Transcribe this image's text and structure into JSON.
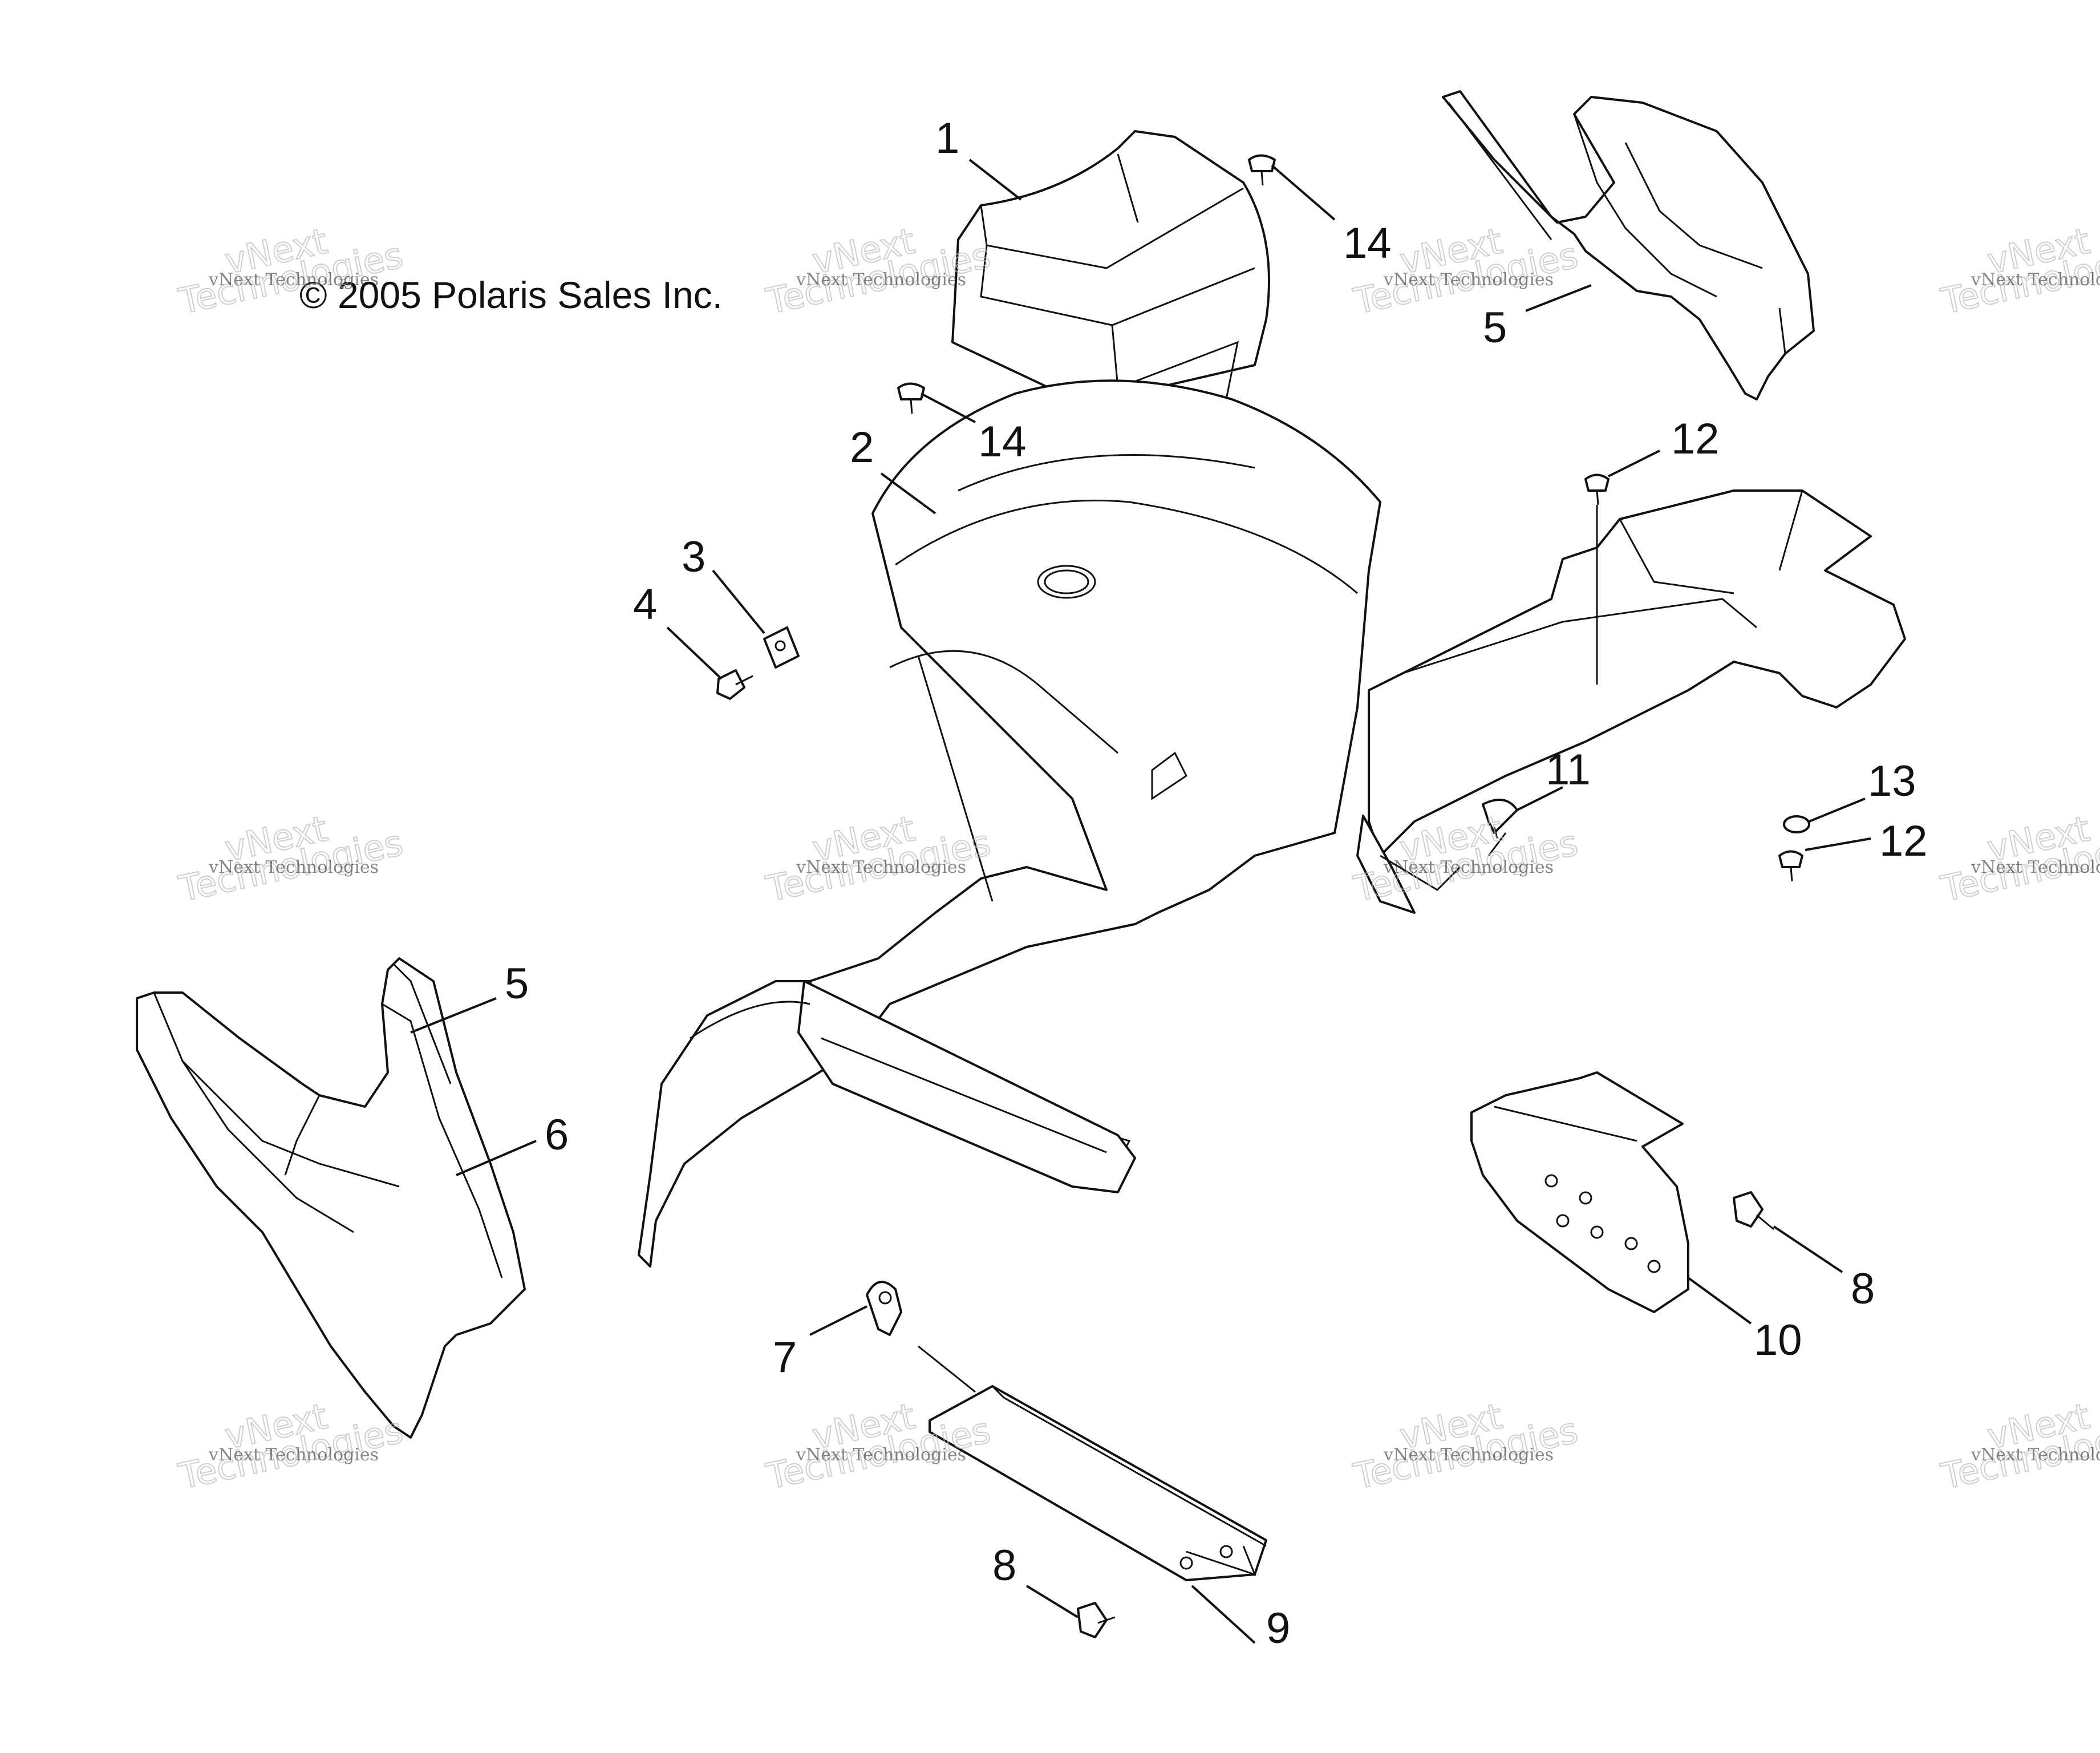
{
  "copyright": "© 2005 Polaris Sales Inc.",
  "watermark": {
    "small": "vNext Technologies",
    "big_line1": "vNext",
    "big_line2": "Technologies"
  },
  "callouts": {
    "c1": "1",
    "c2": "2",
    "c3": "3",
    "c4": "4",
    "c5a": "5",
    "c5b": "5",
    "c6": "6",
    "c7": "7",
    "c8a": "8",
    "c8b": "8",
    "c9": "9",
    "c10": "10",
    "c11": "11",
    "c12a": "12",
    "c12b": "12",
    "c13": "13",
    "c14a": "14",
    "c14b": "14"
  }
}
